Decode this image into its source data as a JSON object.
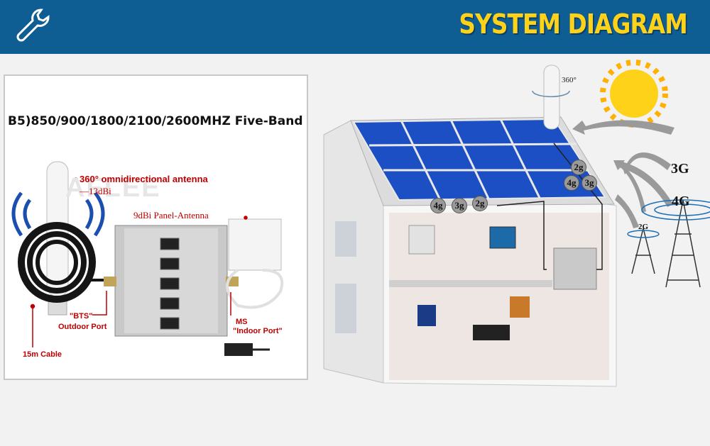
{
  "header": {
    "title": "SYSTEM DIAGRAM",
    "icon": "wrench-icon",
    "background": "#0e5d93",
    "title_color": "#ffd21a"
  },
  "product": {
    "band_title": "B5)850/900/1800/2100/2600MHZ Five-Band",
    "brand_watermark": "AFLEE",
    "antenna_label": "360° omnidirectional antenna",
    "antenna_gain": "—13dBi",
    "panel_antenna": "9dBi Panel-Antenna",
    "bts_label": "\"BTS\"",
    "outdoor_port": "Outdoor Port",
    "ms_label": "MS",
    "indoor_port": "\"Indoor Port\"",
    "cable_label": "15m Cable",
    "accent_red": "#c00000"
  },
  "house": {
    "rotation_label": "360°",
    "roof_badges": [
      "2g",
      "4g",
      "3g"
    ],
    "room_badges": [
      "4g",
      "3g",
      "2g"
    ],
    "networks": {
      "g3": "3G",
      "g4": "4G",
      "g2": "2G"
    }
  }
}
